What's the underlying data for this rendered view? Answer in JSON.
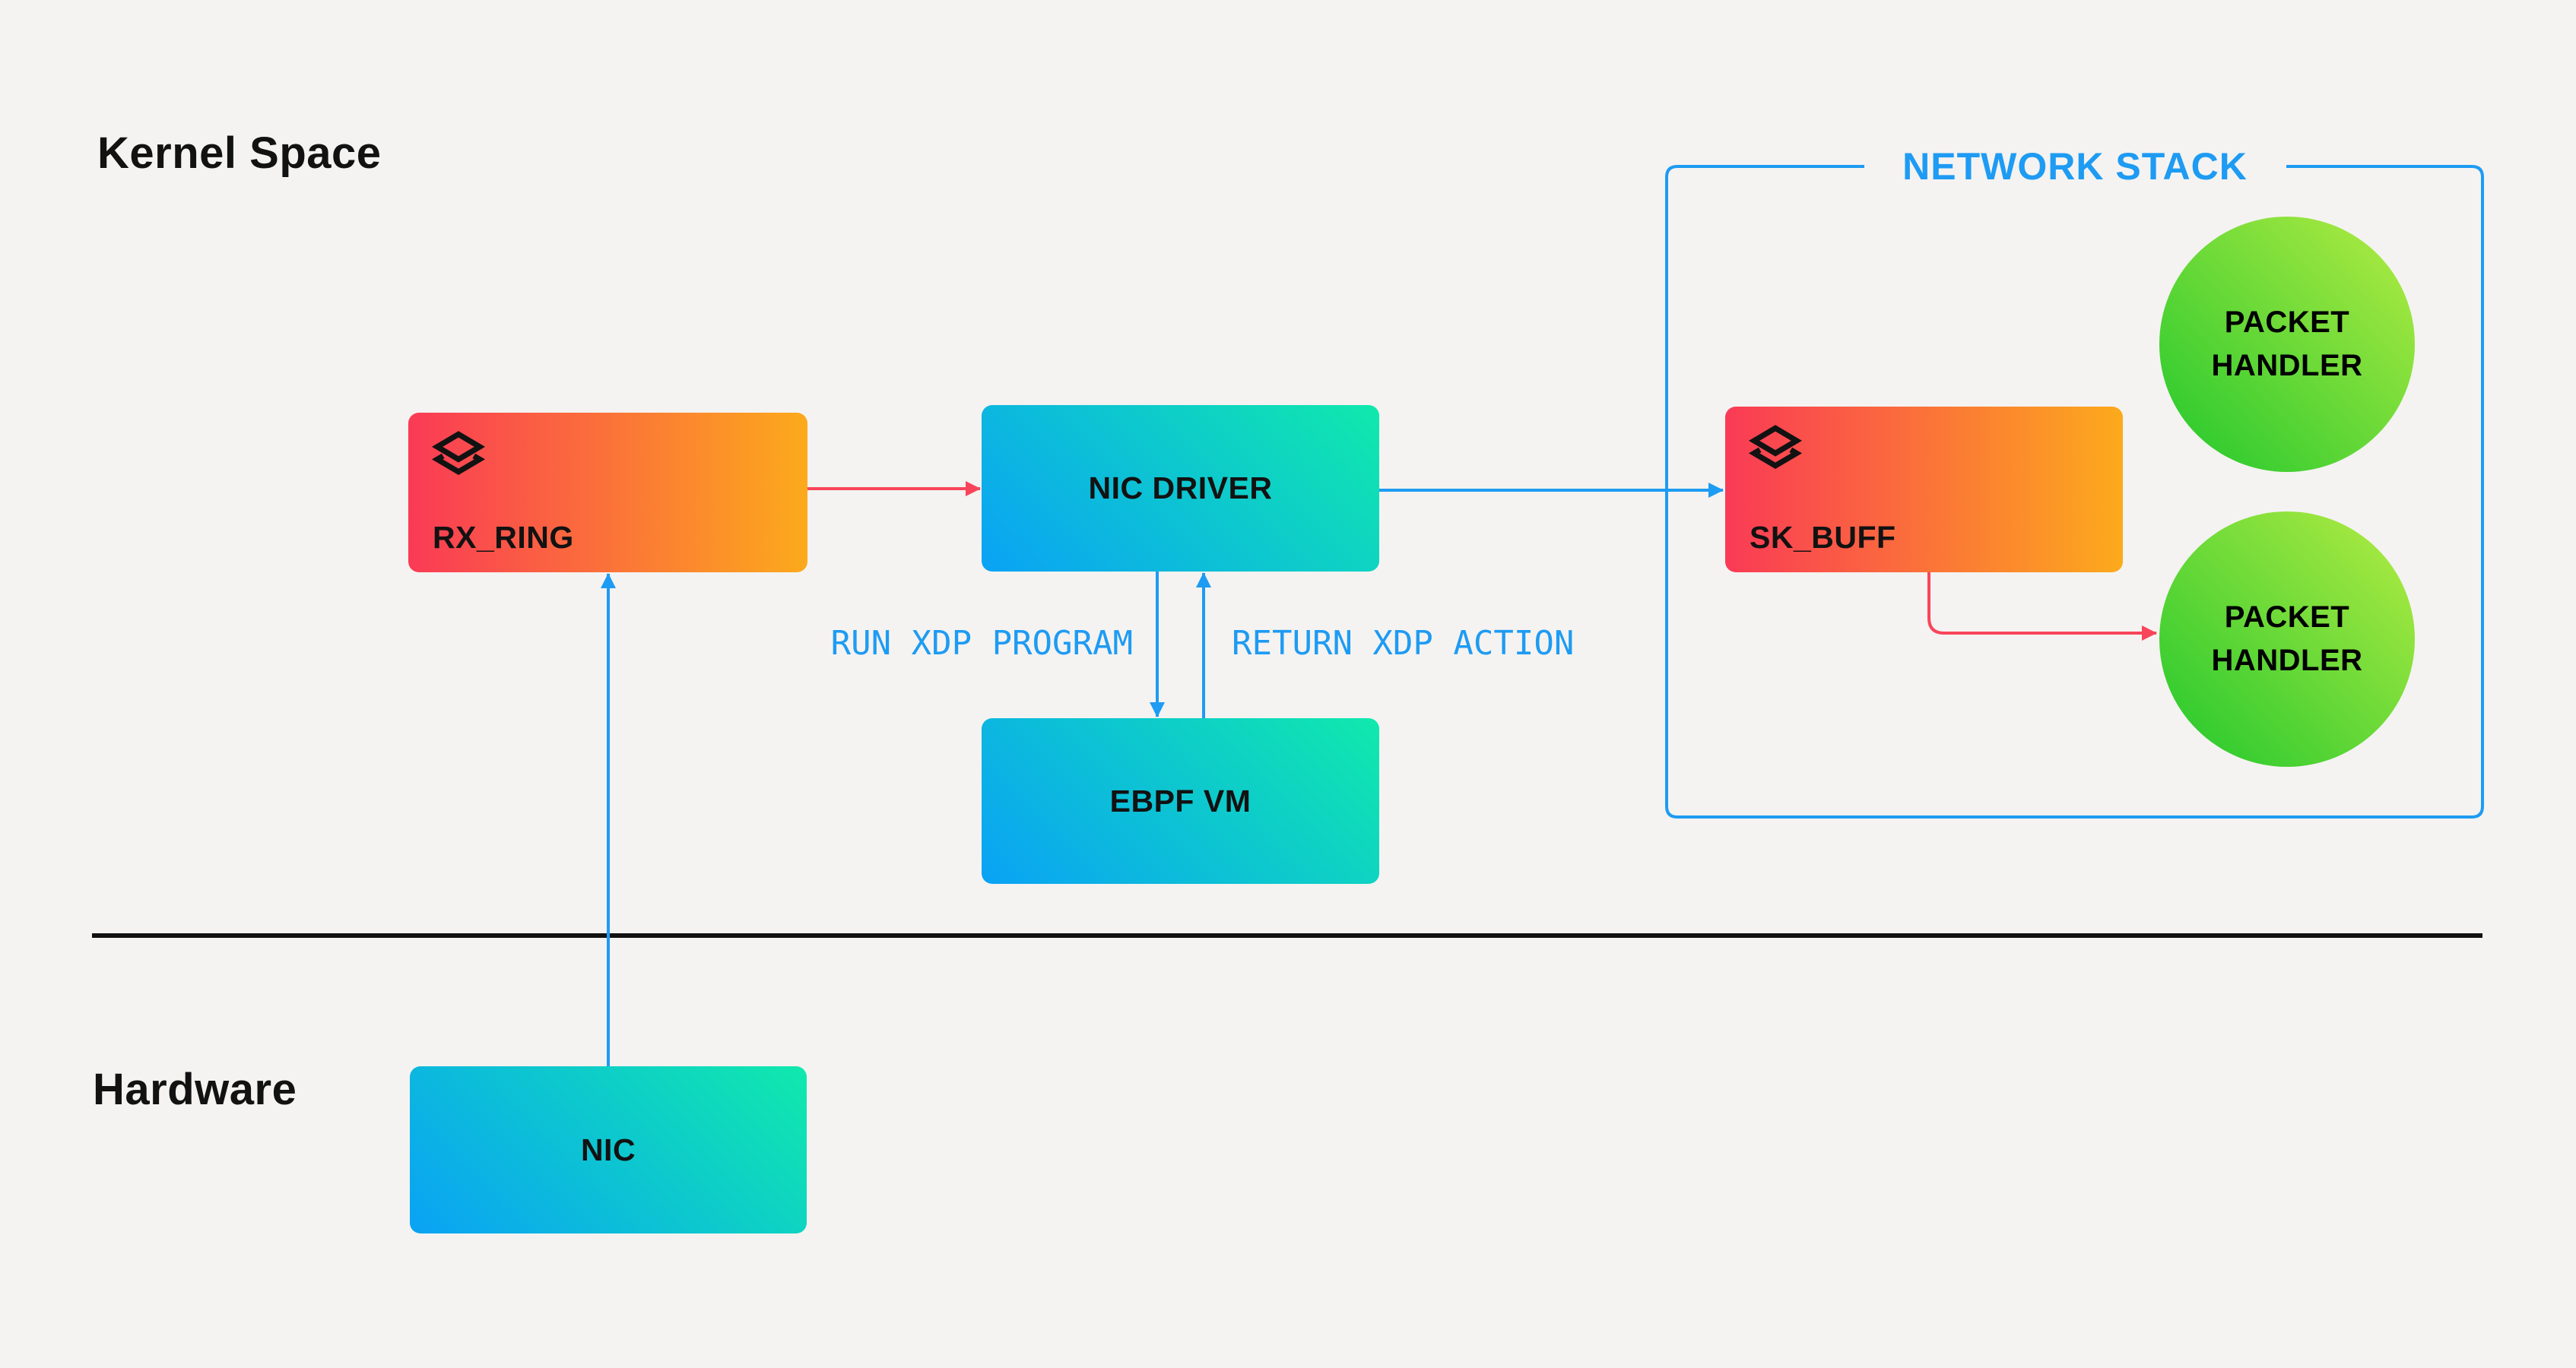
{
  "sections": {
    "kernel_space_label": "Kernel Space",
    "hardware_label": "Hardware"
  },
  "network_stack": {
    "title": "NETWORK STACK"
  },
  "nodes": {
    "rx_ring": {
      "label": "RX_RING",
      "icon": "layers-icon"
    },
    "nic_driver": {
      "label": "NIC DRIVER"
    },
    "ebpf_vm": {
      "label": "EBPF VM"
    },
    "sk_buff": {
      "label": "SK_BUFF",
      "icon": "layers-icon"
    },
    "nic": {
      "label": "NIC"
    },
    "packet_handler_top": {
      "label": "PACKET HANDLER"
    },
    "packet_handler_bottom": {
      "label": "PACKET HANDLER"
    }
  },
  "edge_labels": {
    "run_xdp": "RUN XDP PROGRAM",
    "return_xdp": "RETURN XDP ACTION"
  },
  "colors": {
    "background": "#f4f3f1",
    "text": "#121212",
    "blue": "#1e9bf3",
    "red_arrow": "#f9455a",
    "red_box_start": "#fa3a56",
    "red_box_end": "#fcaa1c",
    "blue_box_start": "#0aa2f5",
    "blue_box_end": "#10e9ac",
    "green_circle_start": "#20c72d",
    "green_circle_end": "#b6ec43",
    "divider": "#111111"
  }
}
